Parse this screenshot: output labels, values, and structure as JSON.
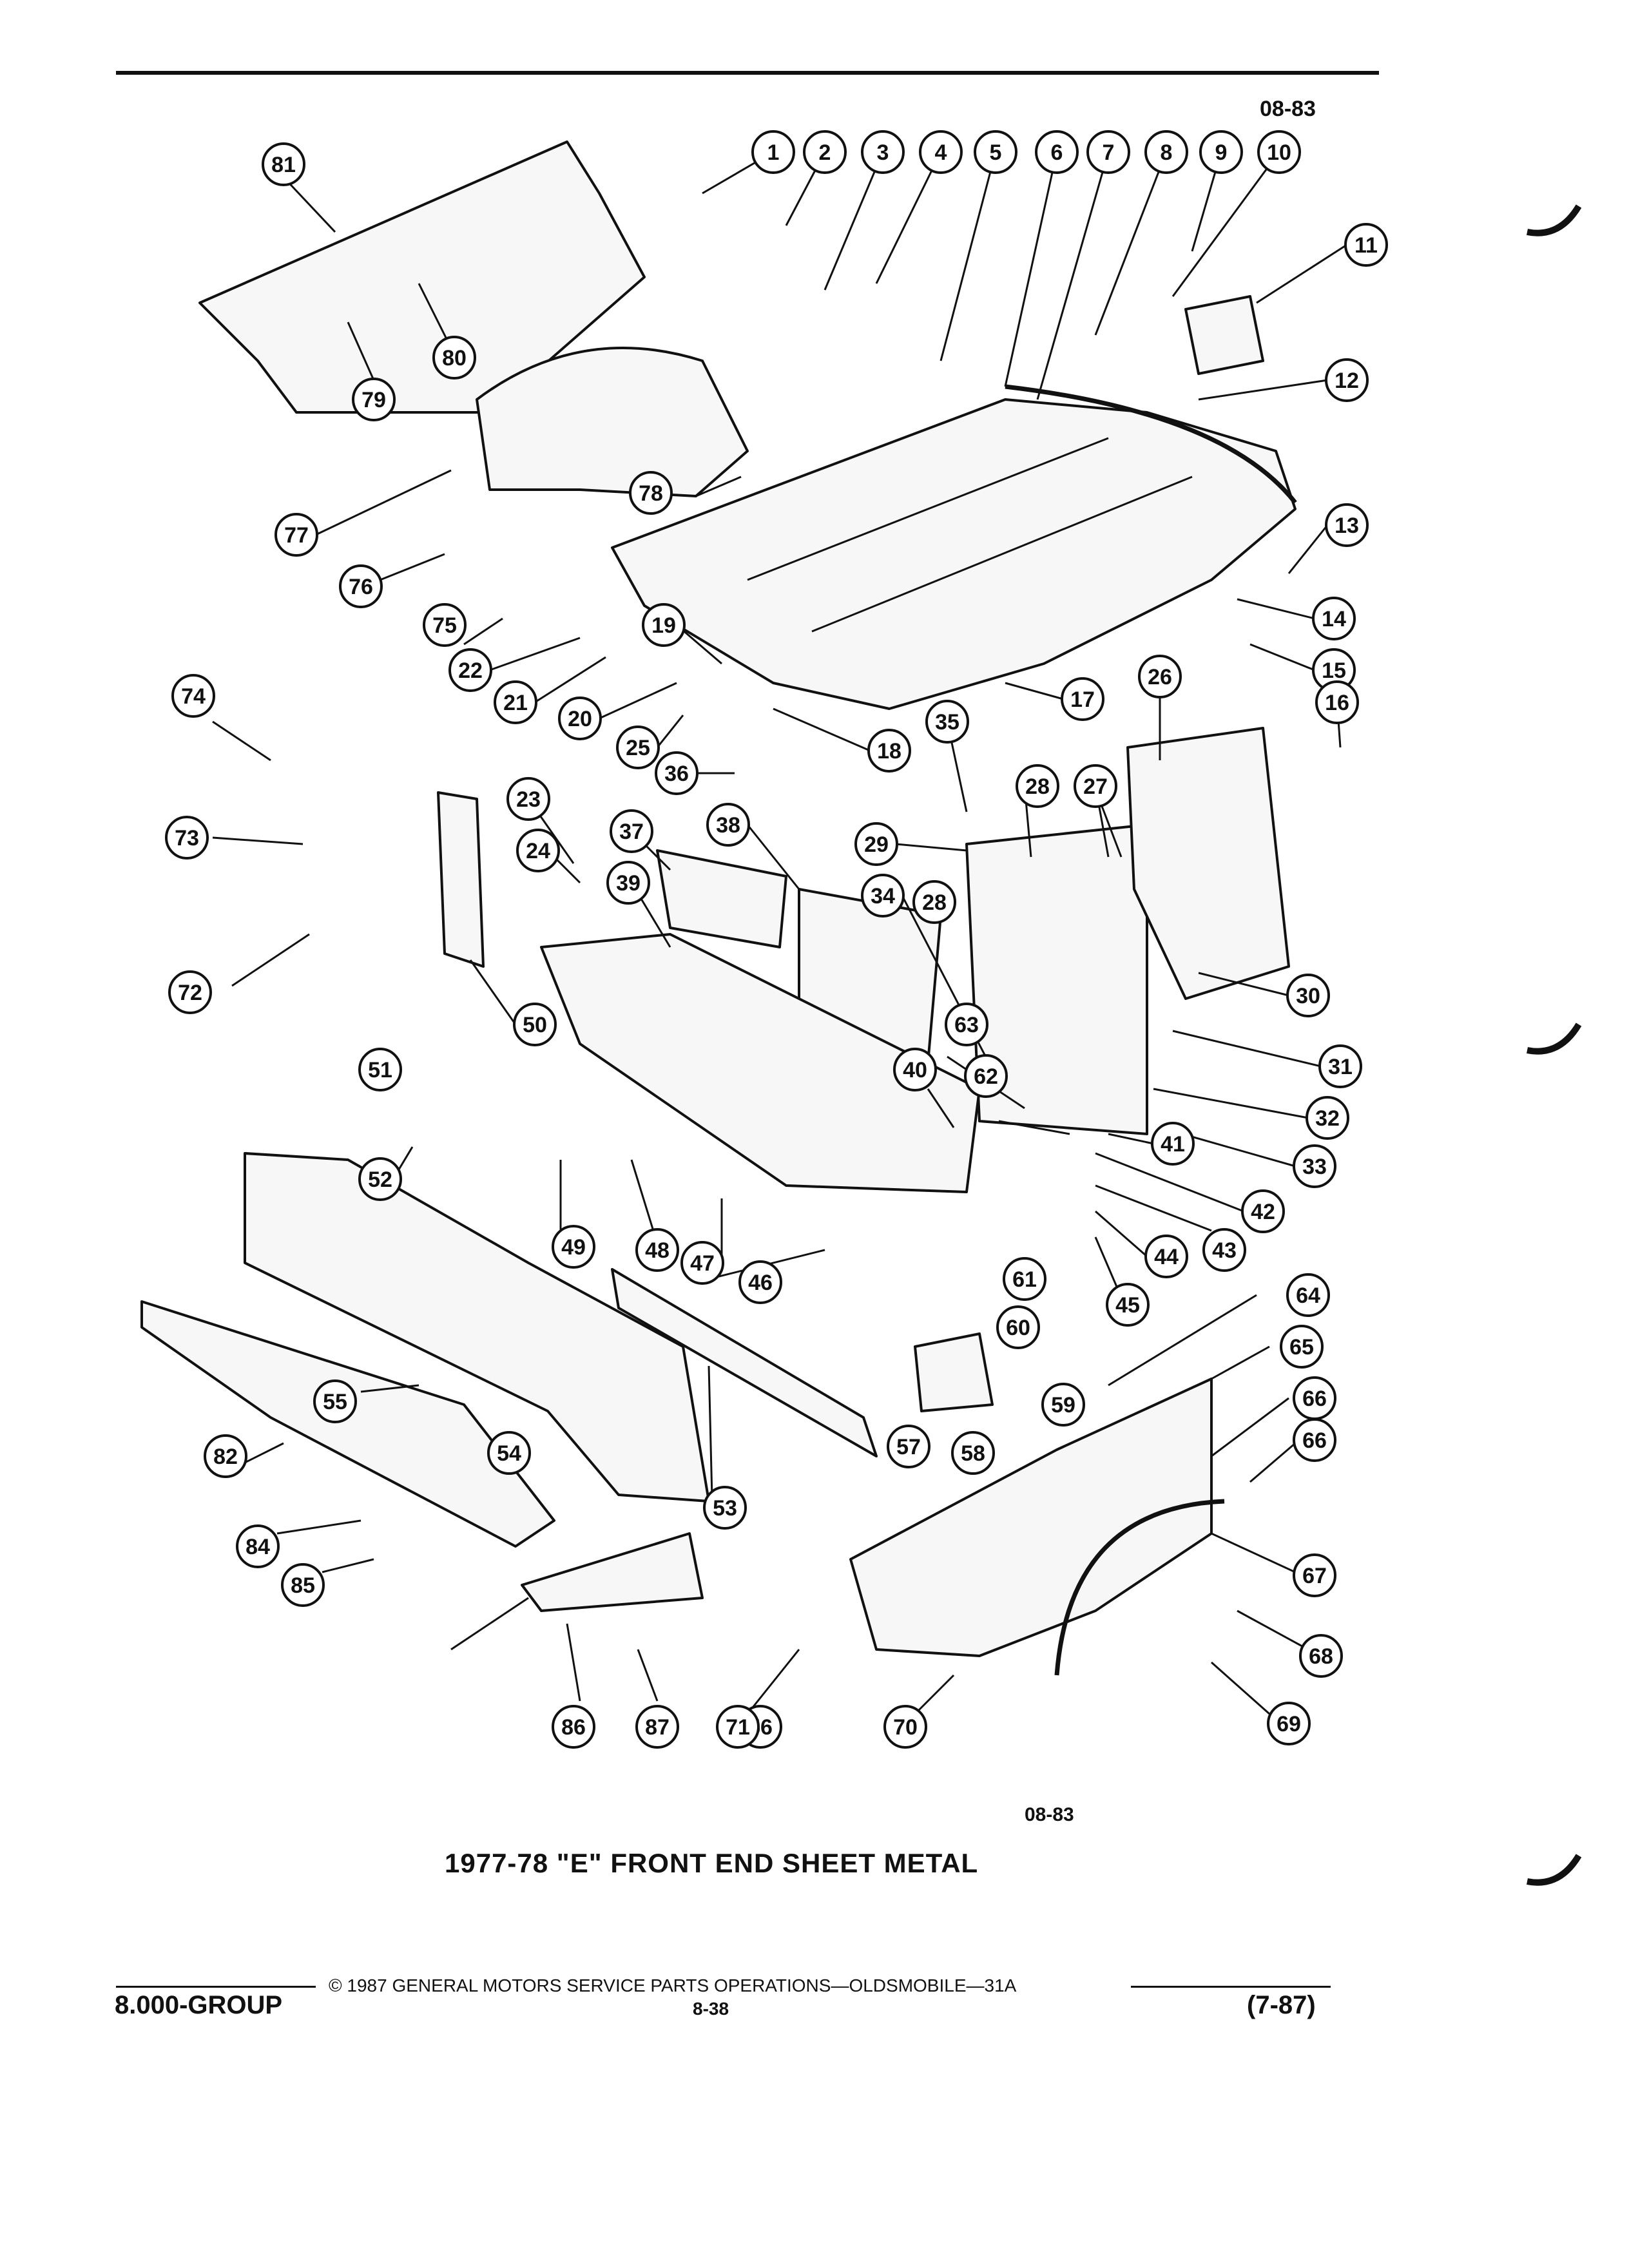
{
  "header": {
    "code_top": "08-83"
  },
  "diagram": {
    "code_bottom": "08-83",
    "title": "1977-78 \"E\" FRONT END SHEET METAL",
    "callouts": [
      "1",
      "2",
      "3",
      "4",
      "5",
      "6",
      "7",
      "8",
      "9",
      "10",
      "11",
      "12",
      "13",
      "14",
      "15",
      "16",
      "17",
      "18",
      "19",
      "20",
      "21",
      "22",
      "23",
      "24",
      "25",
      "26",
      "27",
      "28",
      "28",
      "29",
      "30",
      "31",
      "32",
      "33",
      "34",
      "35",
      "36",
      "37",
      "38",
      "39",
      "40",
      "41",
      "42",
      "43",
      "44",
      "45",
      "46",
      "47",
      "48",
      "49",
      "50",
      "51",
      "52",
      "53",
      "54",
      "55",
      "56",
      "57",
      "58",
      "59",
      "60",
      "61",
      "62",
      "63",
      "64",
      "65",
      "66",
      "66",
      "67",
      "68",
      "69",
      "70",
      "71",
      "72",
      "73",
      "74",
      "75",
      "76",
      "77",
      "78",
      "79",
      "80",
      "81",
      "82",
      "84",
      "85",
      "86",
      "87"
    ]
  },
  "footer": {
    "copyright": "© 1987 GENERAL MOTORS SERVICE PARTS OPERATIONS—OLDSMOBILE—31A",
    "group": "8.000-GROUP",
    "page": "8-38",
    "date": "(7-87)"
  }
}
